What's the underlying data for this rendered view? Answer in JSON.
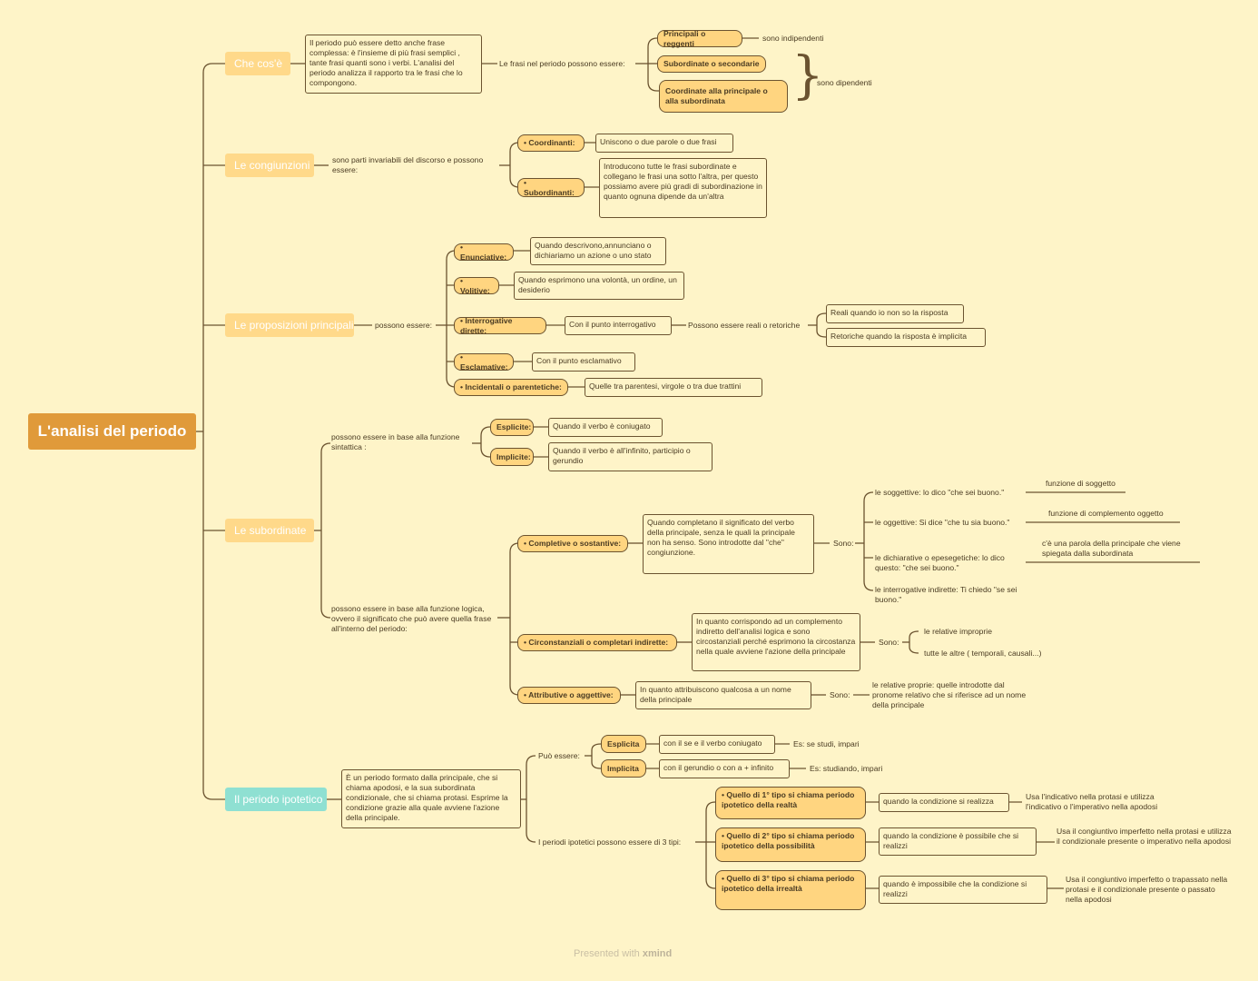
{
  "root": "L'analisi del periodo",
  "branches": {
    "cose": "Che cos'è",
    "congiunzioni": "Le congiunzioni",
    "principali": "Le proposizioni principali",
    "subordinate": "Le subordinate",
    "ipotetico": "Il periodo ipotetico"
  },
  "cose": {
    "def": "Il periodo può essere detto anche frase complessa: è l'insieme di più frasi semplici , tante frasi quanti sono i verbi. L'analisi del periodo analizza il rapporto tra le frasi che lo compongono.",
    "frasi_label": "Le frasi nel periodo possono essere:",
    "principali": "Principali o reggenti",
    "indipendenti": "sono indipendenti",
    "subordinate": "Subordinate o secondarie",
    "coordinate": "Coordinate alla principale o alla subordinata",
    "dipendenti": "sono dipendenti"
  },
  "congiunzioni": {
    "def": "sono parti invariabili del discorso e possono essere:",
    "coordinanti": "• Coordinanti:",
    "coordinanti_desc": "Uniscono o due parole o due frasi",
    "subordinanti": "• Subordinanti:",
    "subordinanti_desc": "Introducono tutte le frasi subordinate e collegano le frasi una sotto l'altra, per questo possiamo avere più gradi di subordinazione in quanto ognuna dipende da un'altra"
  },
  "principali": {
    "label": "possono essere:",
    "enunciative": "• Enunciative:",
    "enunciative_desc": "Quando descrivono,annunciano o dichiariamo un azione o uno stato",
    "volitive": "• Volitive:",
    "volitive_desc": "Quando esprimono una volontà, un ordine, un desiderio",
    "interrogative": "• Interrogative dirette:",
    "interrogative_desc": "Con il punto interrogativo",
    "interrogative_more": "Possono essere reali o retoriche",
    "reali": "Reali quando io non so la risposta",
    "retoriche": "Retoriche quando la risposta è implicita",
    "esclamative": "• Esclamative:",
    "esclamative_desc": "Con il punto esclamativo",
    "incidentali": "• Incidentali o parentetiche:",
    "incidentali_desc": "Quelle tra parentesi, virgole o tra due trattini"
  },
  "subordinate": {
    "sintattica": "possono essere in base alla funzione sintattica :",
    "esplicite": "Esplicite:",
    "esplicite_desc": "Quando il verbo è coniugato",
    "implicite": "Implicite:",
    "implicite_desc": "Quando il verbo è all'infinito, participio o gerundio",
    "logica": "possono essere in base alla funzione logica, ovvero il significato che può avere quella frase all'interno del periodo:",
    "completive": "• Completive o sostantive:",
    "completive_desc": "Quando completano il significato del verbo della principale, senza le quali la principale non ha senso. Sono introdotte dal \"che\" congiunzione.",
    "sono": "Sono:",
    "soggettive": "le soggettive: lo dico \"che sei buono.\"",
    "soggettive_f": "funzione di soggetto",
    "oggettive": "le oggettive: Si dice \"che tu sia buono.\"",
    "oggettive_f": "funzione di complemento oggetto",
    "dichiarative": "le dichiarative o epesegetiche: lo dico questo: \"che sei buono.\"",
    "dichiarative_f": "c'è una parola della principale che viene spiegata dalla subordinata",
    "interrogative_ind": "le interrogative indirette: Ti chiedo \"se sei buono.\"",
    "circostanziali": "• Circonstanziali o completari indirette:",
    "circostanziali_desc": "In quanto corrispondo ad un complemento indiretto dell'analisi logica e sono circostanziali perché esprimono la circostanza nella quale avviene l'azione della principale",
    "improprie": "le relative improprie",
    "altre": "tutte le altre ( temporali, causali...)",
    "attributive": "• Attributive o aggettive:",
    "attributive_desc": "In quanto attribuiscono qualcosa a un nome della principale",
    "proprie": "le relative proprie: quelle introdotte dal pronome relativo che si riferisce ad un nome della principale"
  },
  "ipotetico": {
    "def": "È un periodo formato dalla principale, che si chiama apodosi, e la sua subordinata condizionale, che si chiama protasi. Esprime la condizione grazie alla quale avviene l'azione della principale.",
    "puo": "Può essere:",
    "esplicita": "Esplicita",
    "esplicita_desc": "con il se e il verbo coniugato",
    "esplicita_es": "Es: se studi, impari",
    "implicita": "Implicita",
    "implicita_desc": "con il gerundio o con a + infinito",
    "implicita_es": "Es: studiando, impari",
    "tipi": "I periodi ipotetici possono essere di 3 tipi:",
    "t1": "• Quello di 1° tipo si chiama periodo ipotetico della realtà",
    "t1_cond": "quando la condizione si realizza",
    "t1_uso": "Usa l'indicativo nella protasi e utilizza l'indicativo o l'imperativo nella apodosi",
    "t2": "• Quello di 2° tipo si chiama periodo ipotetico della possibilità",
    "t2_cond": "quando la condizione è possibile che si realizzi",
    "t2_uso": "Usa il congiuntivo imperfetto nella protasi e utilizza il condizionale presente o imperativo nella apodosi",
    "t3": "• Quello di 3° tipo si chiama periodo ipotetico della irrealtà",
    "t3_cond": "quando è impossibile che la condizione si realizzi",
    "t3_uso": "Usa il congiuntivo imperfetto o trapassato nella protasi e il condizionale presente o passato nella apodosi"
  },
  "footer": {
    "prefix": "Presented with",
    "brand": "xmind"
  },
  "colors": {
    "background": "#fef4c8",
    "root": "#e09a3a",
    "branch": "#ffd98a",
    "branch_teal": "#8fe0d2",
    "node": "#ffd580",
    "line": "#6b5330"
  }
}
